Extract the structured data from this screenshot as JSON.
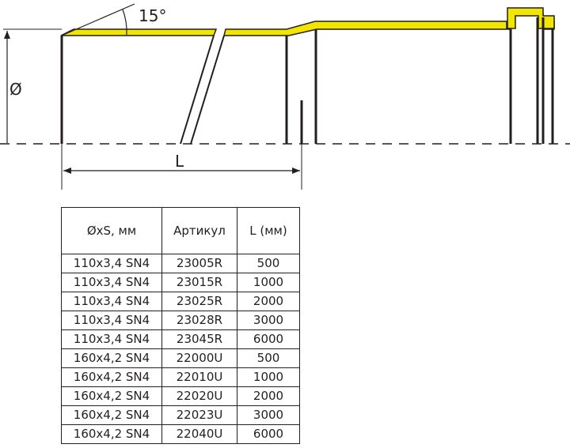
{
  "drawing": {
    "angle_label": "15°",
    "diameter_label": "Ø",
    "length_label": "L",
    "colors": {
      "pipe_wall": "#f2e500",
      "outline": "#231f20",
      "background": "#ffffff"
    }
  },
  "table": {
    "headers": [
      "ØxS, мм",
      "Артикул",
      "L (мм)"
    ],
    "rows": [
      [
        "110x3,4 SN4",
        "23005R",
        "500"
      ],
      [
        "110x3,4 SN4",
        "23015R",
        "1000"
      ],
      [
        "110x3,4 SN4",
        "23025R",
        "2000"
      ],
      [
        "110x3,4 SN4",
        "23028R",
        "3000"
      ],
      [
        "110x3,4 SN4",
        "23045R",
        "6000"
      ],
      [
        "160x4,2 SN4",
        "22000U",
        "500"
      ],
      [
        "160x4,2 SN4",
        "22010U",
        "1000"
      ],
      [
        "160x4,2 SN4",
        "22020U",
        "2000"
      ],
      [
        "160x4,2 SN4",
        "22023U",
        "3000"
      ],
      [
        "160x4,2 SN4",
        "22040U",
        "6000"
      ]
    ]
  }
}
